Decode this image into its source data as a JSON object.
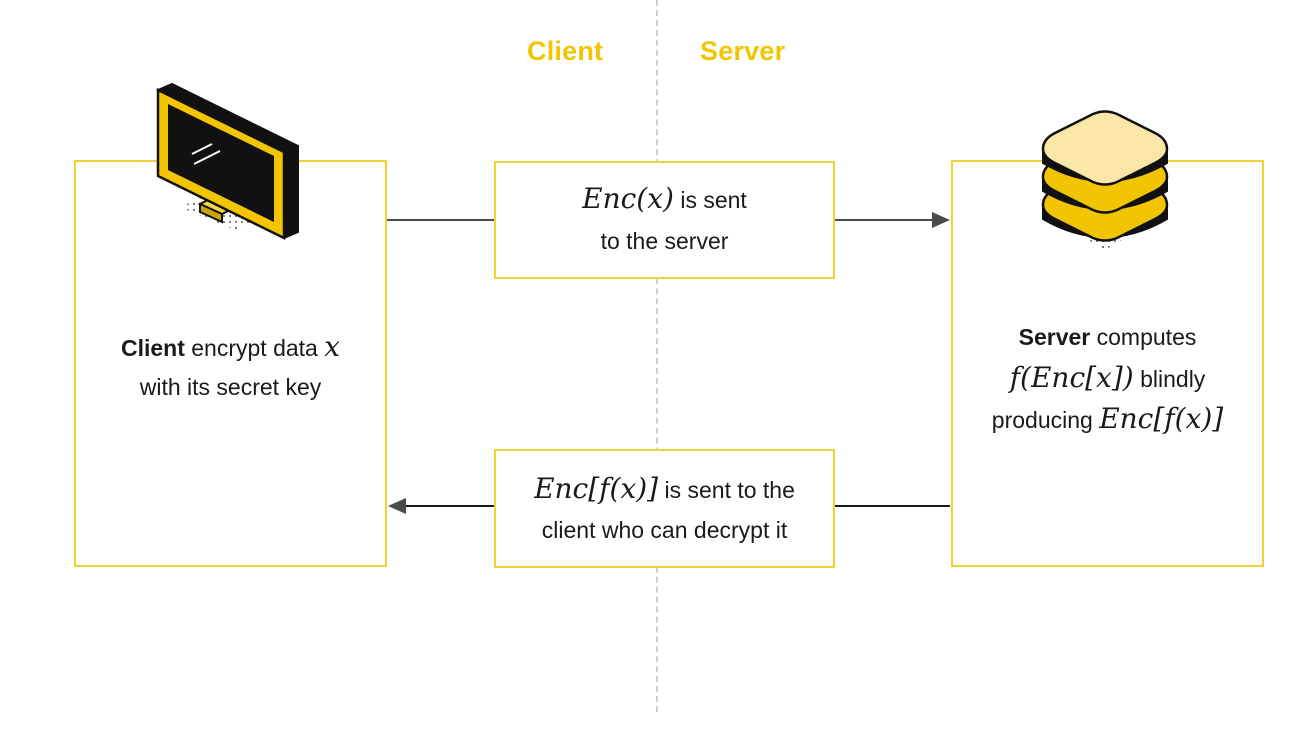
{
  "headings": {
    "client": "Client",
    "server": "Server"
  },
  "client_box": {
    "bold": "Client",
    "line1_rest": " encrypt data ",
    "var": "x",
    "line2": "with its secret key"
  },
  "server_box": {
    "bold": "Server",
    "line1_rest": " computes",
    "line2_math": "f(Enc[x])",
    "line2_rest": " blindly",
    "line3_text": "producing ",
    "line3_math": "Enc[f(x)]"
  },
  "top_message": {
    "math": "Enc(x)",
    "line1_rest": " is sent",
    "line2": "to the server"
  },
  "bottom_message": {
    "math": "Enc[f(x)]",
    "line1_rest": " is sent to the",
    "line2": "client who can decrypt it"
  },
  "colors": {
    "accent": "#f2c500",
    "box_border": "#f0d234",
    "arrow": "#4a4a4a",
    "divider": "#cfcfcf"
  },
  "icons": {
    "client": "computer-monitor-icon",
    "server": "database-server-icon"
  }
}
